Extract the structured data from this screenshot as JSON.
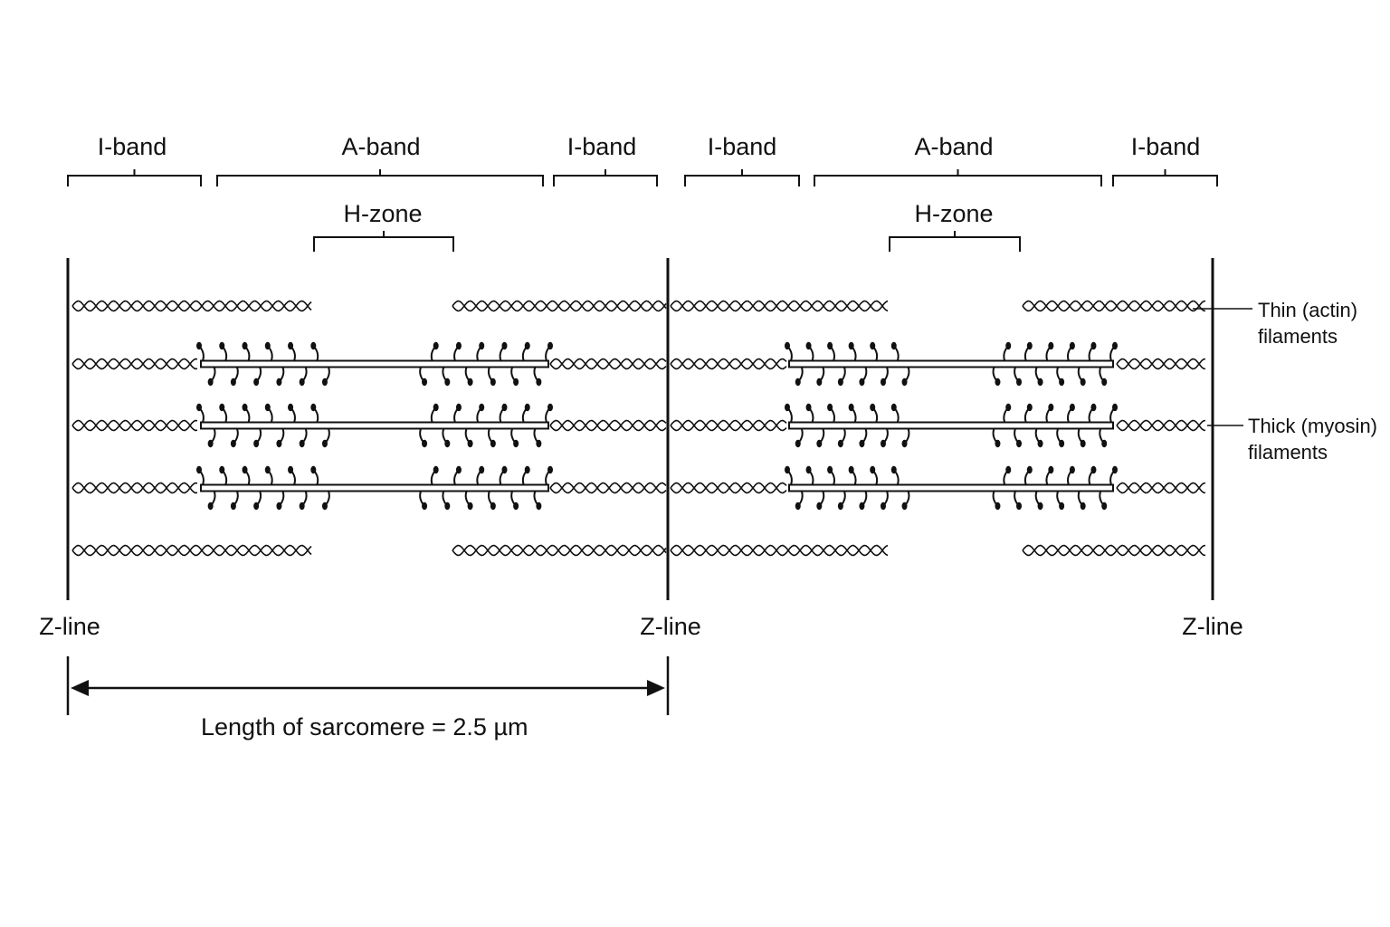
{
  "bands": {
    "i_band": "I-band",
    "a_band": "A-band",
    "h_zone": "H-zone"
  },
  "z_line": "Z-line",
  "filaments": {
    "thin_line1": "Thin (actin)",
    "thin_line2": "filaments",
    "thick_line1": "Thick (myosin)",
    "thick_line2": "filaments"
  },
  "sarcomere_length": "Length of sarcomere = 2.5 µm",
  "colors": {
    "ink": "#111111",
    "background": "#ffffff"
  }
}
